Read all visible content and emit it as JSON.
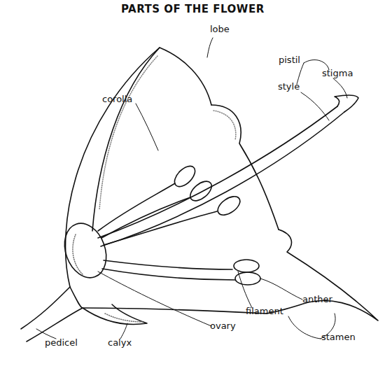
{
  "diagram": {
    "title": "PARTS OF THE FLOWER",
    "labels": [
      "lobe",
      "pistil",
      "stigma",
      "style",
      "corolla",
      "anther",
      "filament",
      "stamen",
      "ovary",
      "pedicel",
      "calyx"
    ]
  }
}
